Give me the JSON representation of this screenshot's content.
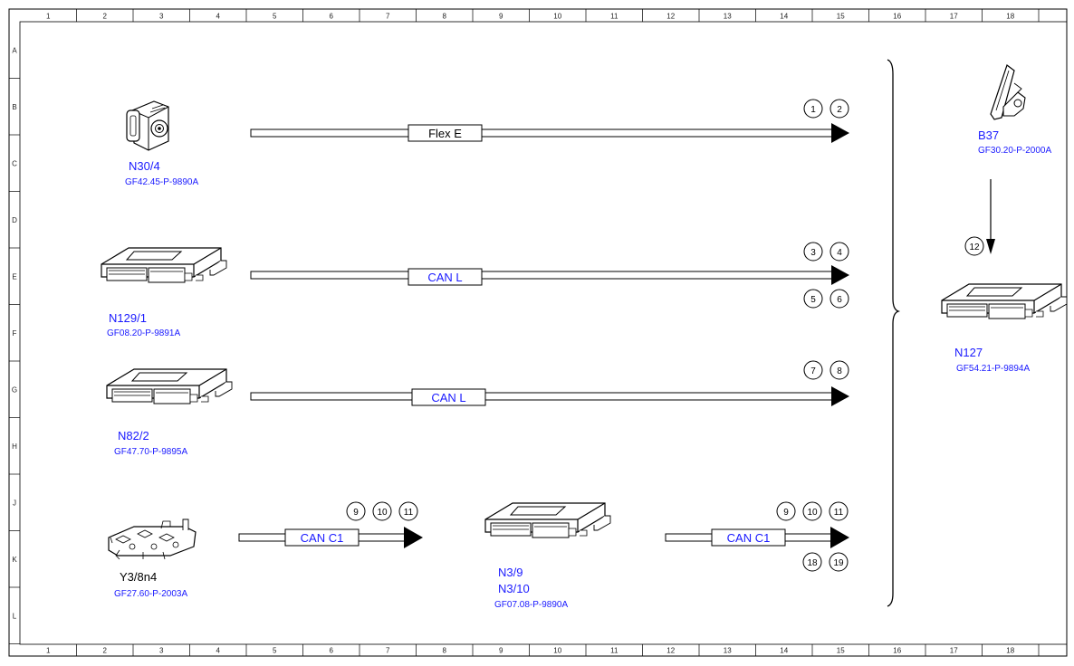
{
  "grid": {
    "columns": [
      "1",
      "2",
      "3",
      "4",
      "5",
      "6",
      "7",
      "8",
      "9",
      "10",
      "11",
      "12",
      "13",
      "14",
      "15",
      "16",
      "17",
      "18"
    ],
    "rows": [
      "A",
      "B",
      "C",
      "D",
      "E",
      "F",
      "G",
      "H",
      "J",
      "K",
      "L"
    ]
  },
  "colors": {
    "name_blue": "#1a1aff",
    "bus_blue": "#1a1aff",
    "black": "#000000"
  },
  "components": [
    {
      "id": "n30_4",
      "name": "N30/4",
      "ref": "GF42.45-P-9890A",
      "icon": "abs-unit-icon",
      "name_color": "#1a1aff"
    },
    {
      "id": "n129_1",
      "name": "N129/1",
      "ref": "GF08.20-P-9891A",
      "icon": "control-unit-icon",
      "name_color": "#1a1aff"
    },
    {
      "id": "n82_2",
      "name": "N82/2",
      "ref": "GF47.70-P-9895A",
      "icon": "control-unit-icon",
      "name_color": "#1a1aff"
    },
    {
      "id": "y3_8n4",
      "name": "Y3/8n4",
      "ref": "GF27.60-P-2003A",
      "icon": "valve-body-icon",
      "name_color": "#000000"
    },
    {
      "id": "n3_9",
      "name": "N3/9",
      "name2": "N3/10",
      "ref": "GF07.08-P-9890A",
      "icon": "control-unit-icon",
      "name_color": "#1a1aff"
    },
    {
      "id": "b37",
      "name": "B37",
      "ref": "GF30.20-P-2000A",
      "icon": "pedal-sensor-icon",
      "name_color": "#1a1aff"
    },
    {
      "id": "n127",
      "name": "N127",
      "ref": "GF54.21-P-9894A",
      "icon": "control-unit-icon",
      "name_color": "#1a1aff"
    }
  ],
  "buses": [
    {
      "id": "flex_e",
      "label": "Flex E",
      "color": "#000000",
      "connectors_above": [
        "1",
        "2"
      ],
      "connectors_below": []
    },
    {
      "id": "can_l_1",
      "label": "CAN L",
      "color": "#1a1aff",
      "connectors_above": [
        "3",
        "4"
      ],
      "connectors_below": [
        "5",
        "6"
      ]
    },
    {
      "id": "can_l_2",
      "label": "CAN L",
      "color": "#1a1aff",
      "connectors_above": [
        "7",
        "8"
      ],
      "connectors_below": []
    },
    {
      "id": "can_c1_1",
      "label": "CAN C1",
      "color": "#1a1aff",
      "connectors_above": [
        "9",
        "10",
        "11"
      ],
      "connectors_below": []
    },
    {
      "id": "can_c1_2",
      "label": "CAN C1",
      "color": "#1a1aff",
      "connectors_above": [
        "9",
        "10",
        "11"
      ],
      "connectors_below": [
        "18",
        "19"
      ]
    }
  ],
  "b37_link": {
    "connector": "12"
  }
}
